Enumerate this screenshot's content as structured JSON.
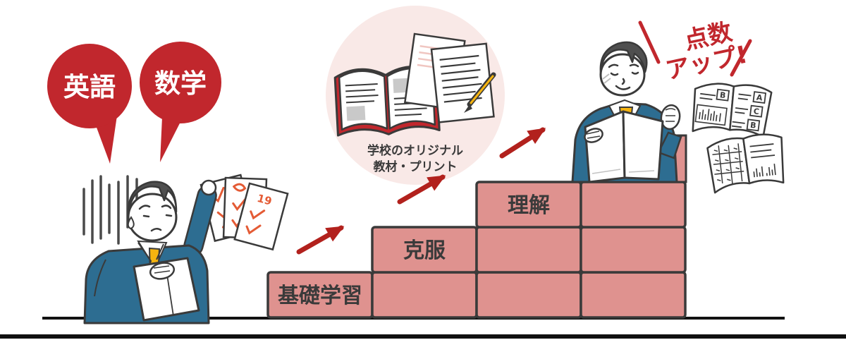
{
  "colors": {
    "red": "#c1272d",
    "arrow_red": "#b2211d",
    "step_pink": "#df928f",
    "circle_pink": "#f9e9e7",
    "ink": "#3a3a3a",
    "blazer_blue": "#2d6d91",
    "tie_yellow": "#f6b40f",
    "hair_gray": "#4f4f4f",
    "mark_orange": "#e45b35",
    "ground_black": "#111111"
  },
  "subject_bubbles": [
    {
      "label": "英語"
    },
    {
      "label": "数学"
    }
  ],
  "materials_circle": {
    "caption_line1": "学校のオリジナル",
    "caption_line2": "教材・プリント"
  },
  "steps": [
    {
      "label": "基礎学習"
    },
    {
      "label": "克服"
    },
    {
      "label": "理解"
    }
  ],
  "result_callout": {
    "line1": "点数",
    "line2": "アップ!"
  },
  "test_papers": {
    "score": "19"
  },
  "report_books": {
    "grades": [
      "B",
      "A",
      "C",
      "B"
    ]
  }
}
